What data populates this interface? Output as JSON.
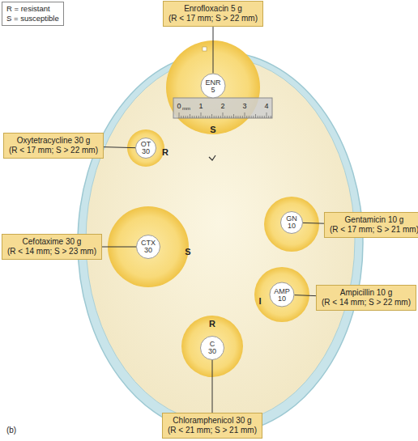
{
  "diagram": {
    "nodes": [
      {
        "text": [
          "R = resistant",
          "S = susceptible"
        ]
      },
      {
        "text": [
          "Enrofloxacin 5 g",
          "(R < 17 mm; S > 22 mm)"
        ]
      },
      {
        "text": [
          "ENR 5"
        ]
      },
      {
        "text": [
          "Oxytetracycline 30 g",
          "(R < 17 mm; S > 22 mm)"
        ]
      },
      {
        "text": [
          "OT 30"
        ]
      },
      {
        "text": [
          "Gentamicin 10 g",
          "(R < 17 mm; S > 21 mm)"
        ]
      },
      {
        "text": [
          "GN 10"
        ]
      },
      {
        "text": [
          "Cefotaxime 30 g",
          "(R < 14 mm; S > 23 mm)"
        ]
      },
      {
        "text": [
          "CTX 30"
        ]
      },
      {
        "text": [
          "Ampicillin 10 g",
          "(R < 14 mm; S > 22 mm)"
        ]
      },
      {
        "text": [
          "AMP 10"
        ]
      },
      {
        "text": [
          "C 30"
        ]
      },
      {
        "text": [
          "Chloramphenicol 30 g",
          "(R < 21 mm; S > 21 mm)"
        ]
      }
    ],
    "edges": [
      {
        "from": 1,
        "to": 2,
        "arrow": "none"
      },
      {
        "from": 3,
        "to": 4,
        "arrow": "none"
      },
      {
        "from": 5,
        "to": 6,
        "arrow": "none"
      },
      {
        "from": 7,
        "to": 8,
        "arrow": "none"
      },
      {
        "from": 9,
        "to": 10,
        "arrow": "none"
      },
      {
        "from": 12,
        "to": 11,
        "arrow": "none"
      }
    ],
    "labels": [
      "S",
      "R",
      "S",
      "I",
      "R",
      "0",
      "mm",
      "1",
      "2",
      "3",
      "4",
      "(b)"
    ]
  }
}
